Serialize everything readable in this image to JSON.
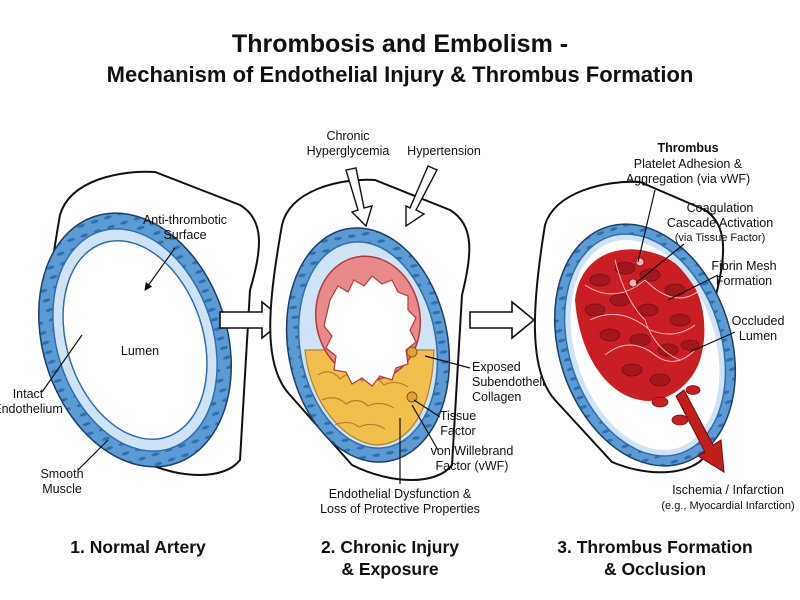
{
  "title": "Thrombosis and Embolism -",
  "subtitle": "Mechanism of Endothelial Injury & Thrombus Formation",
  "panels": [
    {
      "caption_lines": [
        "1. Normal Artery"
      ],
      "labels": {
        "anti_thrombotic": [
          "Anti-thrombotic",
          "Surface"
        ],
        "lumen": "Lumen",
        "intact_endothelium": [
          "Intact",
          "Endothelium"
        ],
        "smooth_muscle": [
          "Smooth",
          "Muscle"
        ]
      }
    },
    {
      "caption_lines": [
        "2. Chronic Injury",
        "& Exposure"
      ],
      "labels": {
        "hyperglycemia": [
          "Chronic",
          "Hyperglycemia"
        ],
        "hypertension": "Hypertension",
        "collagen": [
          "Exposed",
          "Subendothelial",
          "Collagen"
        ],
        "tissue_factor": [
          "Tissue",
          "Factor"
        ],
        "vwf": [
          "von Willebrand",
          "Factor (vWF)"
        ],
        "dysfunction": [
          "Endothelial Dysfunction &",
          "Loss of Protective Properties"
        ]
      }
    },
    {
      "caption_lines": [
        "3. Thrombus Formation",
        "& Occlusion"
      ],
      "labels": {
        "thrombus": "Thrombus",
        "platelet": [
          "Platelet Adhesion &",
          "Aggregation (via vWF)"
        ],
        "coagulation": [
          "Coagulation",
          "Cascade Activation"
        ],
        "coagulation_note": "(via Tissue Factor)",
        "fibrin": [
          "Fibrin Mesh",
          "Formation"
        ],
        "occluded": [
          "Occluded",
          "Lumen"
        ],
        "ischemia": "Ischemia / Infarction",
        "ischemia_note": "(e.g., Myocardial Infarction)"
      }
    }
  ],
  "colors": {
    "vessel_wall": "#ffffff",
    "muscle": "#5b9ad3",
    "endothelium": "#cfe3f5",
    "collagen": "#f0bf4c",
    "injury": "#e98a8a",
    "thrombus": "#c81e24",
    "arrow_red": "#c0201c"
  }
}
